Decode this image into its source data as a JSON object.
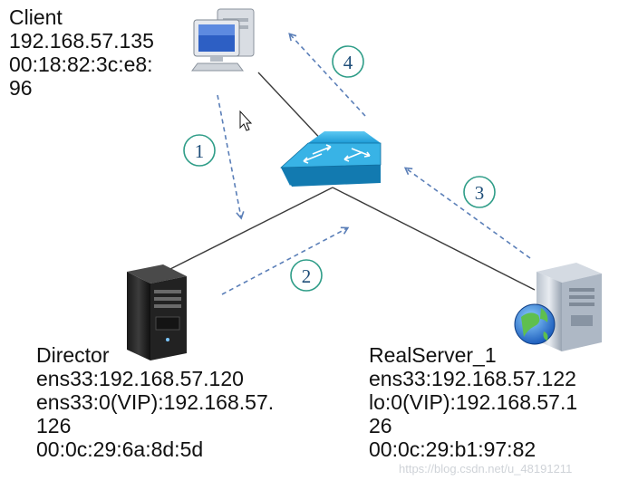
{
  "client": {
    "name": "Client",
    "ip": "192.168.57.135",
    "mac_line1": "00:18:82:3c:e8:",
    "mac_line2": "96"
  },
  "director": {
    "name": "Director",
    "ens33": "ens33:192.168.57.120",
    "vip_line1": "ens33:0(VIP):192.168.57.",
    "vip_line2": "126",
    "mac": "00:0c:29:6a:8d:5d"
  },
  "realserver": {
    "name": "RealServer_1",
    "ens33": "ens33:192.168.57.122",
    "vip_line1": "lo:0(VIP):192.168.57.1",
    "vip_line2": "26",
    "mac": "00:0c:29:b1:97:82"
  },
  "steps": [
    "1",
    "2",
    "3",
    "4"
  ],
  "watermark": "https://blog.csdn.net/u_48191211",
  "colors": {
    "arrow": "#5b7fb8",
    "step_circle": "#2f9d88",
    "switch": "#1d9bd7",
    "line": "#3a3a3a"
  },
  "icons": {
    "client": "desktop-computer-icon",
    "switch": "network-switch-icon",
    "director": "server-tower-icon",
    "realserver": "web-server-icon",
    "cursor": "mouse-pointer-icon"
  }
}
